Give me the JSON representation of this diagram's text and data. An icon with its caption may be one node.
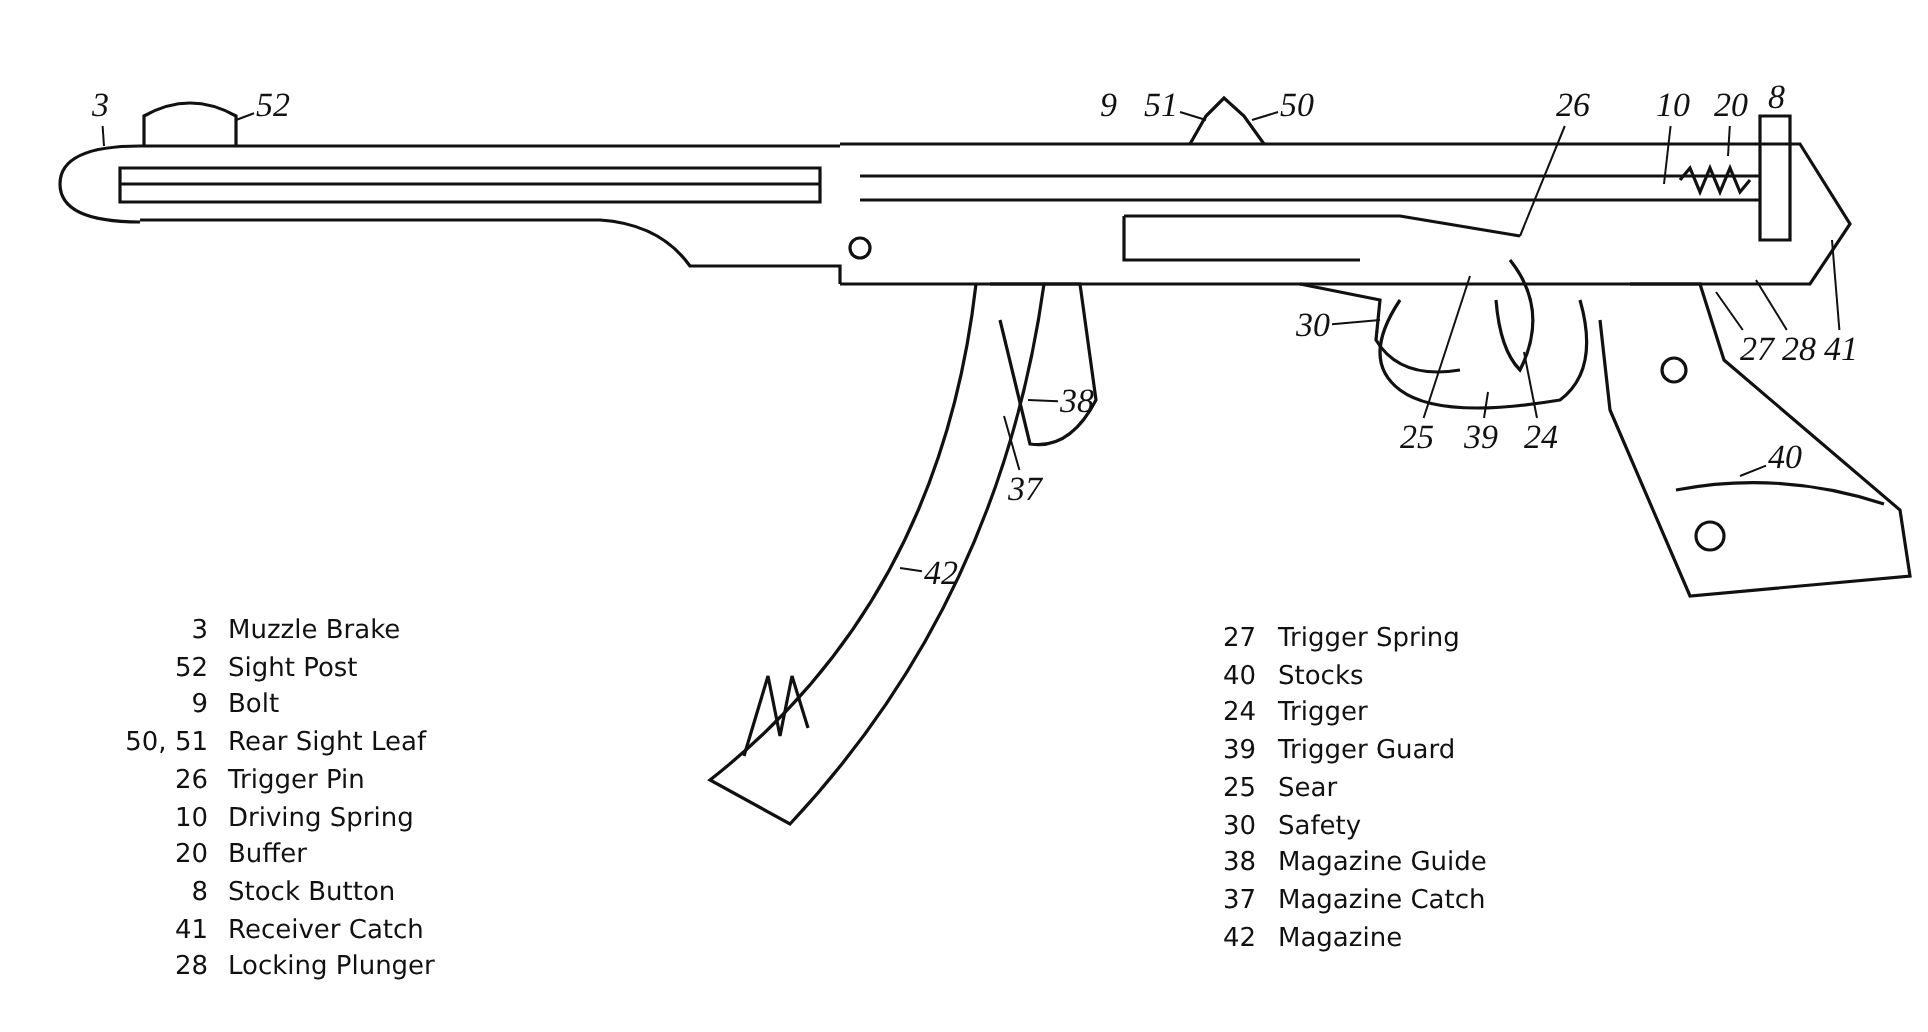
{
  "diagram": {
    "nodes": [
      {
        "text": [
          "3"
        ]
      },
      {
        "text": [
          "52"
        ]
      },
      {
        "text": [
          "9"
        ]
      },
      {
        "text": [
          "51"
        ]
      },
      {
        "text": [
          "50"
        ]
      },
      {
        "text": [
          "26"
        ]
      },
      {
        "text": [
          "10"
        ]
      },
      {
        "text": [
          "20"
        ]
      },
      {
        "text": [
          "8"
        ]
      },
      {
        "text": [
          "30"
        ]
      },
      {
        "text": [
          "27"
        ]
      },
      {
        "text": [
          "28"
        ]
      },
      {
        "text": [
          "41"
        ]
      },
      {
        "text": [
          "38"
        ]
      },
      {
        "text": [
          "25"
        ]
      },
      {
        "text": [
          "39"
        ]
      },
      {
        "text": [
          "24"
        ]
      },
      {
        "text": [
          "40"
        ]
      },
      {
        "text": [
          "37"
        ]
      },
      {
        "text": [
          "42"
        ]
      }
    ],
    "edges": [
      {
        "from": 0,
        "to": null,
        "arrow": "none"
      },
      {
        "from": 1,
        "to": null,
        "arrow": "none"
      },
      {
        "from": 3,
        "to": null,
        "arrow": "none"
      },
      {
        "from": 4,
        "to": null,
        "arrow": "none"
      },
      {
        "from": 5,
        "to": null,
        "arrow": "none"
      },
      {
        "from": 6,
        "to": null,
        "arrow": "none"
      },
      {
        "from": 7,
        "to": null,
        "arrow": "none"
      },
      {
        "from": 9,
        "to": null,
        "arrow": "none"
      },
      {
        "from": 10,
        "to": null,
        "arrow": "none"
      },
      {
        "from": 11,
        "to": null,
        "arrow": "none"
      },
      {
        "from": 12,
        "to": null,
        "arrow": "none"
      },
      {
        "from": 13,
        "to": null,
        "arrow": "none"
      },
      {
        "from": 14,
        "to": null,
        "arrow": "none"
      },
      {
        "from": 15,
        "to": null,
        "arrow": "none"
      },
      {
        "from": 16,
        "to": null,
        "arrow": "none"
      },
      {
        "from": 17,
        "to": null,
        "arrow": "none"
      },
      {
        "from": 18,
        "to": null,
        "arrow": "none"
      },
      {
        "from": 19,
        "to": null,
        "arrow": "none"
      }
    ],
    "labels": [
      "3",
      "Muzzle Brake",
      "52",
      "Sight Post",
      "9",
      "Bolt",
      "50, 51",
      "Rear Sight Leaf",
      "26",
      "Trigger Pin",
      "10",
      "Driving Spring",
      "20",
      "Buffer",
      "8",
      "Stock Button",
      "41",
      "Receiver Catch",
      "28",
      "Locking Plunger",
      "27",
      "Trigger Spring",
      "40",
      "Stocks",
      "24",
      "Trigger",
      "39",
      "Trigger Guard",
      "25",
      "Sear",
      "30",
      "Safety",
      "38",
      "Magazine Guide",
      "37",
      "Magazine Catch",
      "42",
      "Magazine"
    ]
  }
}
